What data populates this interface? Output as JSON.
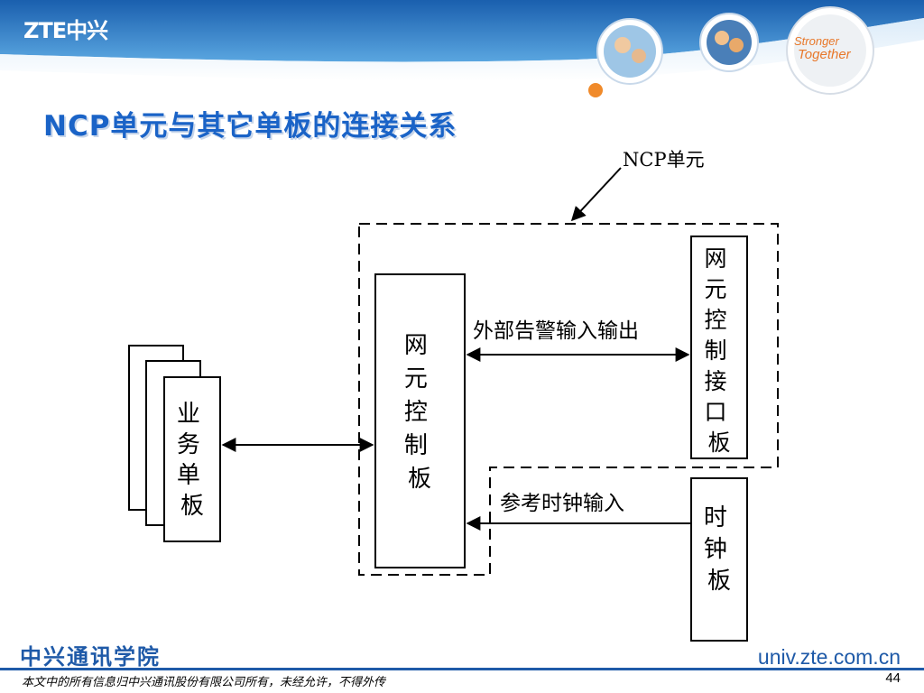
{
  "header": {
    "logo_text": "ZTE中兴",
    "tagline_line1": "Stronger",
    "tagline_line2": "Together"
  },
  "slide": {
    "title": "NCP单元与其它单板的连接关系"
  },
  "diagram": {
    "ncp_label": "NCP单元",
    "nodes": {
      "business_board": [
        "业",
        "务",
        "单",
        "板"
      ],
      "ne_control_board": [
        "网",
        "元",
        "控",
        "制",
        "板"
      ],
      "ne_control_interface_board": [
        "网",
        "元",
        "控",
        "制",
        "接",
        "口",
        "板"
      ],
      "clock_board": [
        "时",
        "钟",
        "板"
      ]
    },
    "edges": {
      "alarm_io": "外部告警输入输出",
      "ref_clock_input": "参考时钟输入"
    }
  },
  "footer": {
    "school": "中兴通讯学院",
    "url": "univ.zte.com.cn",
    "copyright": "本文中的所有信息归中兴通讯股份有限公司所有，未经允许，不得外传",
    "page_number": "44"
  },
  "colors": {
    "brand_blue": "#1f5aa8",
    "title_blue": "#1a63c7",
    "accent_orange": "#e8782a"
  }
}
